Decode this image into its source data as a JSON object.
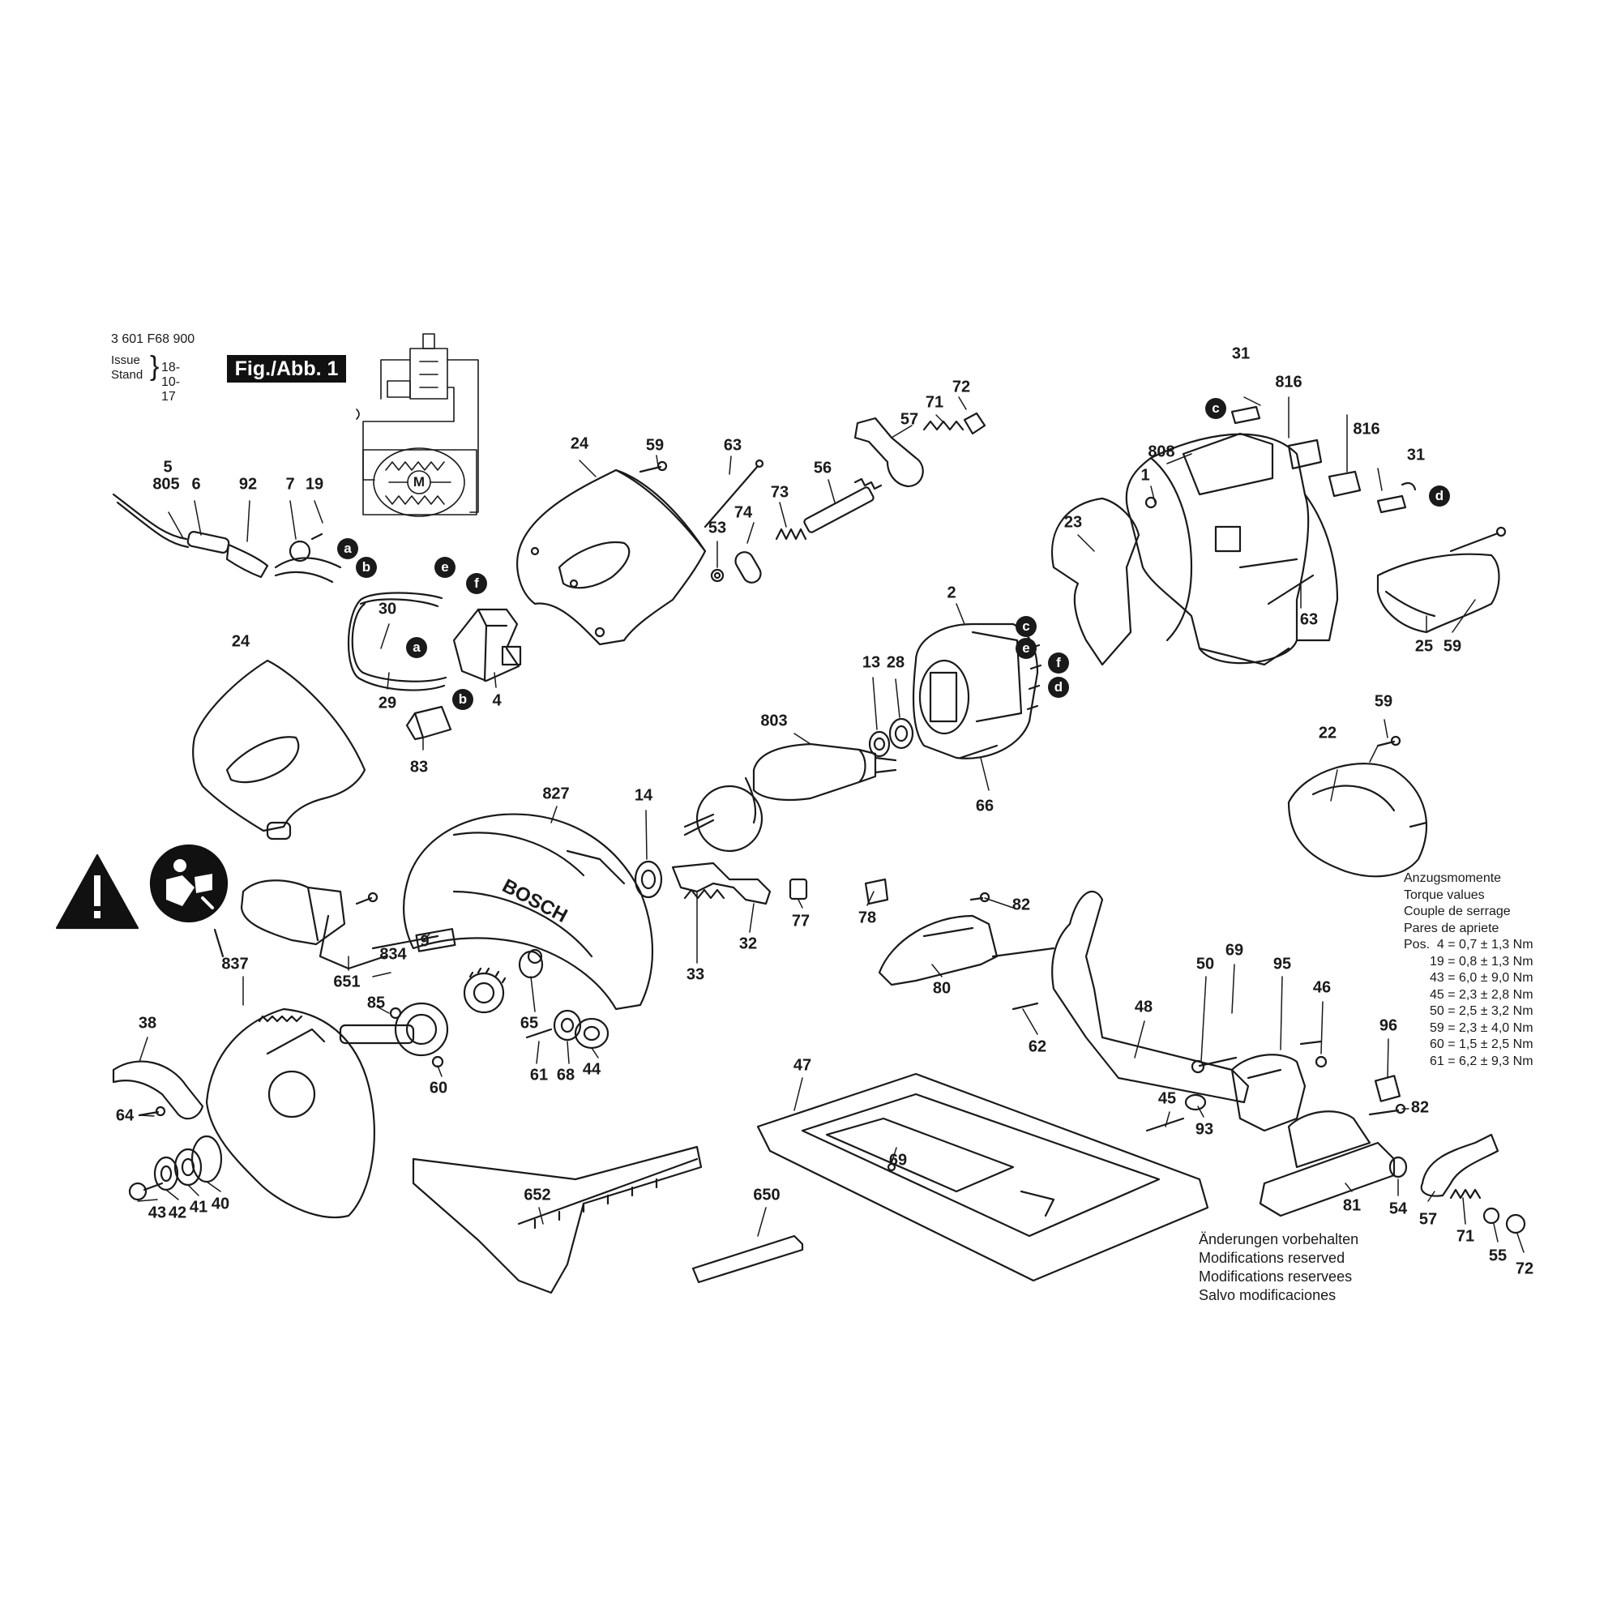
{
  "header": {
    "doc_number": "3 601 F68 900",
    "issue_label": "Issue",
    "stand_label": "Stand",
    "issue_date": "18-10-17",
    "fig_label": "Fig./Abb. 1"
  },
  "callouts": [
    "5",
    "805",
    "6",
    "92",
    "7",
    "19",
    "24",
    "59",
    "63",
    "57",
    "71",
    "72",
    "56",
    "73",
    "74",
    "53",
    "31",
    "816",
    "816",
    "31",
    "808",
    "1",
    "23",
    "63",
    "25",
    "59",
    "30",
    "29",
    "83",
    "4",
    "24",
    "2",
    "28",
    "13",
    "803",
    "66",
    "22",
    "59",
    "827",
    "14",
    "33",
    "32",
    "77",
    "651",
    "834",
    "9",
    "837",
    "38",
    "64",
    "85",
    "60",
    "65",
    "44",
    "61",
    "68",
    "43",
    "42",
    "41",
    "40",
    "652",
    "650",
    "78",
    "82",
    "80",
    "62",
    "48",
    "47",
    "69",
    "50",
    "69",
    "95",
    "46",
    "96",
    "82",
    "45",
    "93",
    "54",
    "57",
    "71",
    "55",
    "72",
    "81"
  ],
  "connectors": [
    "a",
    "b",
    "e",
    "f",
    "a",
    "b",
    "c",
    "e",
    "f",
    "d",
    "c",
    "d"
  ],
  "torque": {
    "heading": [
      "Anzugsmomente",
      "Torque values",
      "Couple de serrage",
      "Pares de apriete"
    ],
    "pos_label": "Pos.",
    "rows": [
      "4 = 0,7 ± 1,3 Nm",
      "19 = 0,8 ± 1,3 Nm",
      "43 = 6,0 ± 9,0 Nm",
      "45 = 2,3 ± 2,8 Nm",
      "50 = 2,5 ± 3,2 Nm",
      "59 = 2,3 ± 4,0 Nm",
      "60 = 1,5 ± 2,5 Nm",
      "61 = 6,2 ± 9,3 Nm"
    ]
  },
  "notice": [
    "Änderungen vorbehalten",
    "Modifications reserved",
    "Modifications reservees",
    "Salvo modificaciones"
  ],
  "motor_symbol": "M",
  "brand_mark": "BOSCH",
  "icons": [
    "warning-triangle-icon",
    "read-manual-icon"
  ]
}
